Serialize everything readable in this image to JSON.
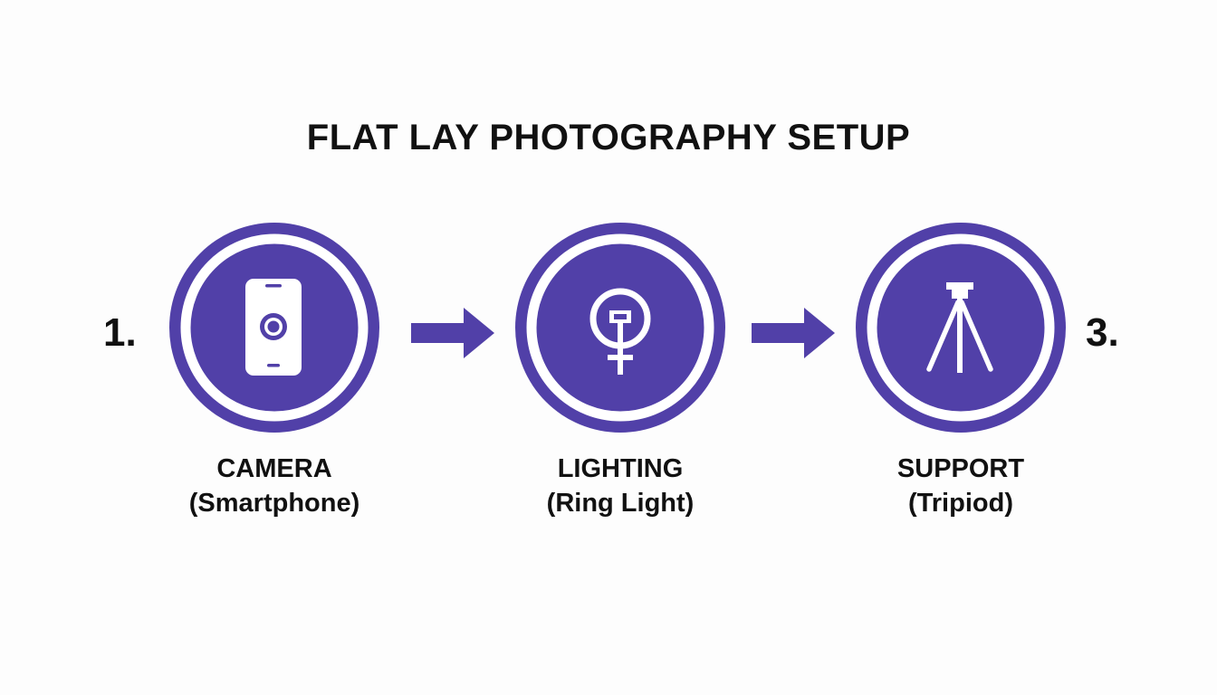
{
  "title": "FLAT LAY PHOTOGRAPHY SETUP",
  "colors": {
    "accent": "#5140a8",
    "background": "#fdfdfd",
    "text": "#111111"
  },
  "step_numbers": {
    "first": "1.",
    "last": "3."
  },
  "steps": [
    {
      "name": "CAMERA",
      "detail": "(Smartphone)",
      "icon": "smartphone-icon"
    },
    {
      "name": "LIGHTING",
      "detail": "(Ring Light)",
      "icon": "ring-light-icon"
    },
    {
      "name": "SUPPORT",
      "detail": "(Tripiod)",
      "icon": "tripod-icon"
    }
  ],
  "connectors": [
    "arrow-right-icon",
    "arrow-right-icon"
  ]
}
